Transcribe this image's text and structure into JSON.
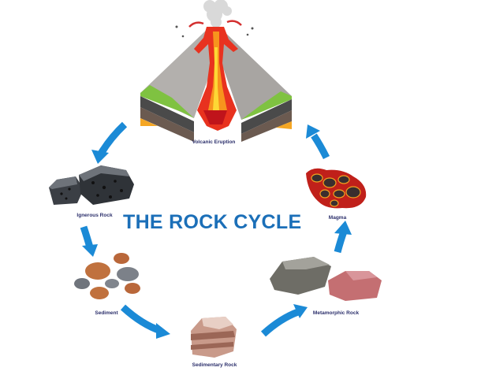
{
  "diagram": {
    "title": "THE ROCK CYCLE",
    "title_color": "#1b6fb8",
    "arrow_color": "#1b8ad6",
    "label_color": "#2b2f6b",
    "stages": [
      {
        "id": "volcanic-eruption",
        "label": "Volcanic Eruption"
      },
      {
        "id": "igneous-rock",
        "label": "Ignerous Rock"
      },
      {
        "id": "sediment",
        "label": "Sediment"
      },
      {
        "id": "sedimentary-rock",
        "label": "Sedimentary Rock"
      },
      {
        "id": "metamorphic-rock",
        "label": "Metamorphic Rock"
      },
      {
        "id": "magma",
        "label": "Magma"
      }
    ],
    "flow": [
      {
        "from": "volcanic-eruption",
        "to": "igneous-rock"
      },
      {
        "from": "igneous-rock",
        "to": "sediment"
      },
      {
        "from": "sediment",
        "to": "sedimentary-rock"
      },
      {
        "from": "sedimentary-rock",
        "to": "metamorphic-rock"
      },
      {
        "from": "metamorphic-rock",
        "to": "magma"
      },
      {
        "from": "magma",
        "to": "volcanic-eruption"
      }
    ]
  }
}
